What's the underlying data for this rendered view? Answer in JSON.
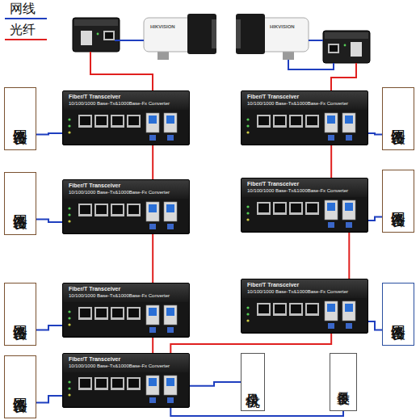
{
  "diagram": {
    "nodes": [
      {
        "text": [
          "网络设备"
        ]
      },
      {
        "text": [
          "Fiber/T Transceiver",
          "10/100/1000 Base-Tx&1000Base-Fx Converter"
        ]
      },
      {
        "text": [
          "Fiber/T Transceiver",
          "10/100/1000 Base-Tx&1000Base-Fx Converter"
        ]
      },
      {
        "text": [
          "网络设备"
        ]
      },
      {
        "text": [
          "网络设备"
        ]
      },
      {
        "text": [
          "Fiber/T Transceiver",
          "10/100/1000 Base-Tx&1000Base-Fx Converter"
        ]
      },
      {
        "text": [
          "Fiber/T Transceiver",
          "10/100/1000 Base-Tx&1000Base-Fx Converter"
        ]
      },
      {
        "text": [
          "网络设备"
        ]
      },
      {
        "text": [
          "网络设备"
        ]
      },
      {
        "text": [
          "Fiber/T Transceiver",
          "10/100/1000 Base-Tx&1000Base-Fx Converter"
        ]
      },
      {
        "text": [
          "Fiber/T Transceiver",
          "10/100/1000 Base-Tx&1000Base-Fx Converter"
        ]
      },
      {
        "text": [
          "网络设备"
        ]
      },
      {
        "text": [
          "网络设备"
        ]
      },
      {
        "text": [
          "Fiber/T Transceiver",
          "10/100/1000 Base-Tx&1000Base-Fx Converter"
        ]
      },
      {
        "text": [
          "录像机"
        ]
      },
      {
        "text": [
          "显示设备"
        ]
      }
    ],
    "edges": [
      {
        "from": 0,
        "to": 1,
        "arrow": "none"
      },
      {
        "from": 3,
        "to": 2,
        "arrow": "none"
      },
      {
        "from": 4,
        "to": 5,
        "arrow": "none"
      },
      {
        "from": 7,
        "to": 6,
        "arrow": "none"
      },
      {
        "from": 8,
        "to": 9,
        "arrow": "none"
      },
      {
        "from": 11,
        "to": 10,
        "arrow": "none"
      },
      {
        "from": 12,
        "to": 13,
        "arrow": "none"
      },
      {
        "from": 14,
        "to": 13,
        "arrow": "none"
      },
      {
        "from": 15,
        "to": 13,
        "arrow": "none"
      },
      {
        "from": 1,
        "to": 5,
        "arrow": "none"
      },
      {
        "from": 5,
        "to": 9,
        "arrow": "none"
      },
      {
        "from": 9,
        "to": 13,
        "arrow": "none"
      },
      {
        "from": 2,
        "to": 6,
        "arrow": "none"
      },
      {
        "from": 6,
        "to": 10,
        "arrow": "none"
      },
      {
        "from": 10,
        "to": 13,
        "arrow": "none"
      }
    ],
    "labels": [
      "HIKVISION",
      "HIKVISION"
    ],
    "legend": [
      {
        "text": "网线"
      },
      {
        "text": "光纤"
      }
    ]
  }
}
